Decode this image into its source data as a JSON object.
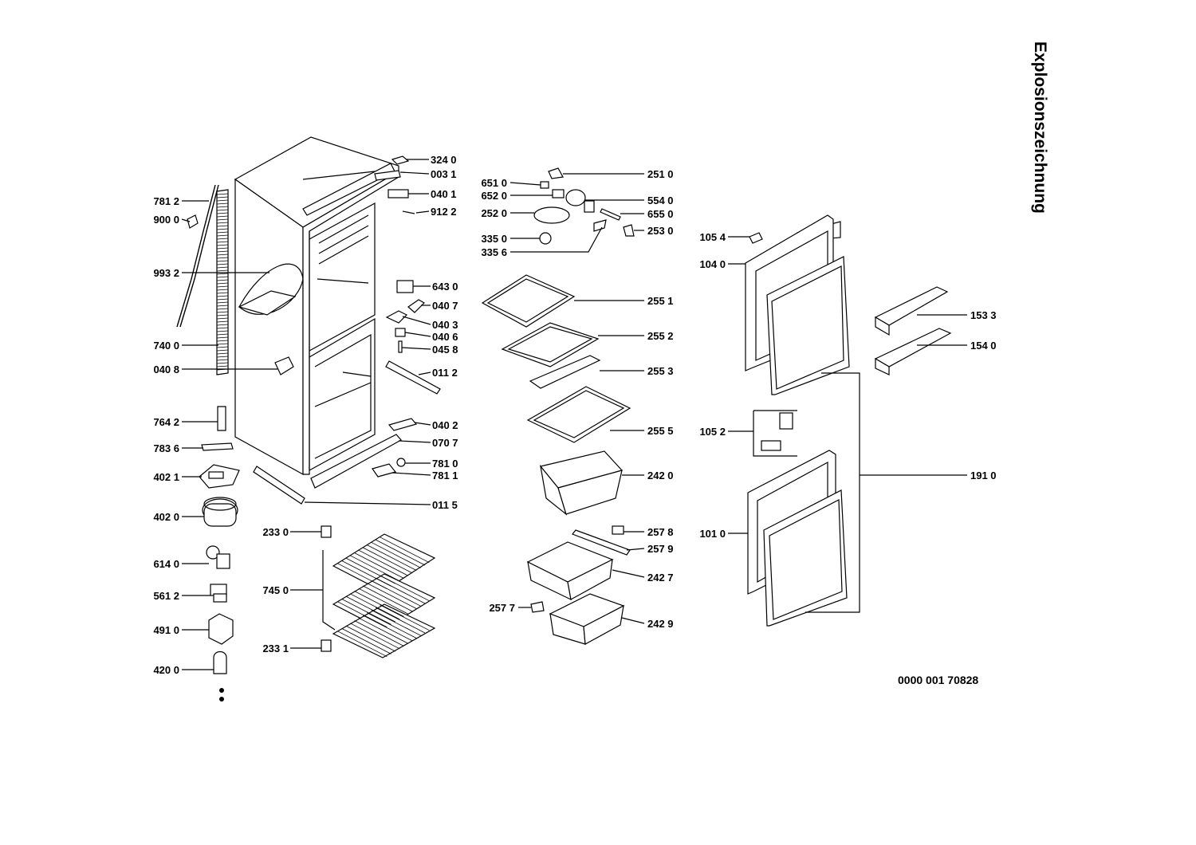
{
  "header": {
    "title": "Explosionszeichnung"
  },
  "document_number": "0000 001 70828",
  "diagram": {
    "parts": [
      {
        "id": "p3240",
        "label": "324 0"
      },
      {
        "id": "p0031",
        "label": "003 1"
      },
      {
        "id": "p0401",
        "label": "040 1"
      },
      {
        "id": "p9122",
        "label": "912 2"
      },
      {
        "id": "p7812",
        "label": "781 2"
      },
      {
        "id": "p9000",
        "label": "900 0"
      },
      {
        "id": "p9932",
        "label": "993 2"
      },
      {
        "id": "p6430",
        "label": "643 0"
      },
      {
        "id": "p0407",
        "label": "040 7"
      },
      {
        "id": "p0403",
        "label": "040 3"
      },
      {
        "id": "p0406",
        "label": "040 6"
      },
      {
        "id": "p0458",
        "label": "045 8"
      },
      {
        "id": "p7400",
        "label": "740 0"
      },
      {
        "id": "p0408",
        "label": "040 8"
      },
      {
        "id": "p0112",
        "label": "011 2"
      },
      {
        "id": "p7642",
        "label": "764 2"
      },
      {
        "id": "p0402",
        "label": "040 2"
      },
      {
        "id": "p7836",
        "label": "783 6"
      },
      {
        "id": "p0707",
        "label": "070 7"
      },
      {
        "id": "p7810",
        "label": "781 0"
      },
      {
        "id": "p4021",
        "label": "402 1"
      },
      {
        "id": "p7811",
        "label": "781 1"
      },
      {
        "id": "p0115",
        "label": "011 5"
      },
      {
        "id": "p4020",
        "label": "402 0"
      },
      {
        "id": "p2330",
        "label": "233 0"
      },
      {
        "id": "p6140",
        "label": "614 0"
      },
      {
        "id": "p7450",
        "label": "745 0"
      },
      {
        "id": "p5612",
        "label": "561 2"
      },
      {
        "id": "p4910",
        "label": "491 0"
      },
      {
        "id": "p2331",
        "label": "233 1"
      },
      {
        "id": "p4200",
        "label": "420 0"
      },
      {
        "id": "p6510",
        "label": "651 0"
      },
      {
        "id": "p6520",
        "label": "652 0"
      },
      {
        "id": "p2520",
        "label": "252 0"
      },
      {
        "id": "p3350",
        "label": "335 0"
      },
      {
        "id": "p3356",
        "label": "335 6"
      },
      {
        "id": "p2510",
        "label": "251 0"
      },
      {
        "id": "p5540",
        "label": "554 0"
      },
      {
        "id": "p6550",
        "label": "655 0"
      },
      {
        "id": "p2530",
        "label": "253 0"
      },
      {
        "id": "p2551",
        "label": "255 1"
      },
      {
        "id": "p2552",
        "label": "255 2"
      },
      {
        "id": "p2553",
        "label": "255 3"
      },
      {
        "id": "p2555",
        "label": "255 5"
      },
      {
        "id": "p2420",
        "label": "242 0"
      },
      {
        "id": "p2578",
        "label": "257 8"
      },
      {
        "id": "p2579",
        "label": "257 9"
      },
      {
        "id": "p2427",
        "label": "242 7"
      },
      {
        "id": "p2577",
        "label": "257 7"
      },
      {
        "id": "p2429",
        "label": "242 9"
      },
      {
        "id": "p1054",
        "label": "105 4"
      },
      {
        "id": "p1040",
        "label": "104 0"
      },
      {
        "id": "p1533",
        "label": "153 3"
      },
      {
        "id": "p1540",
        "label": "154 0"
      },
      {
        "id": "p1052",
        "label": "105 2"
      },
      {
        "id": "p1910",
        "label": "191 0"
      },
      {
        "id": "p1010",
        "label": "101 0"
      }
    ]
  }
}
